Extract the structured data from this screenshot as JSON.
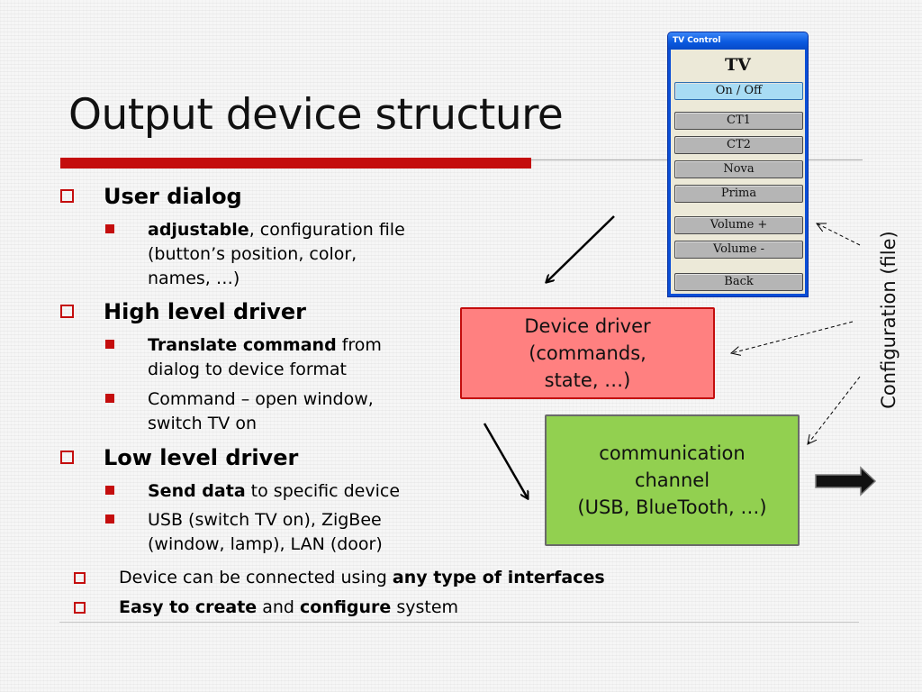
{
  "slide": {
    "title": "Output device structure"
  },
  "bullets": [
    {
      "label": "User dialog",
      "subs": [
        {
          "bold": "adjustable",
          "text": ", configuration file\n(button’s position, color,\nnames, …)"
        }
      ]
    },
    {
      "label": "High level driver",
      "subs": [
        {
          "bold": "Translate command",
          "text": " from\ndialog to device format"
        },
        {
          "bold": "",
          "text": "Command – open window,\nswitch TV on"
        }
      ]
    },
    {
      "label": "Low level driver",
      "subs": [
        {
          "bold": "Send data",
          "text": " to specific device"
        },
        {
          "bold": "",
          "text": "USB (switch TV on), ZigBee\n(window, lamp), LAN (door)"
        }
      ]
    }
  ],
  "bottom_bullets": [
    {
      "pre": "Device can be connected using ",
      "b1": "any type of interfaces",
      "mid": "",
      "b2": "",
      "post": ""
    },
    {
      "pre": "",
      "b1": "Easy to create",
      "mid": " and ",
      "b2": "configure",
      "post": " system"
    }
  ],
  "diagram": {
    "device_driver": "Device driver\n(commands,\nstate, …)",
    "communication": "communication\nchannel\n(USB, BlueTooth, …)",
    "config_label": "Configuration (file)"
  },
  "tv_window": {
    "title": "TV Control",
    "heading": "TV",
    "buttons": [
      "On / Off",
      "CT1",
      "CT2",
      "Nova",
      "Prima",
      "Volume +",
      "Volume -",
      "Back"
    ]
  },
  "colors": {
    "accent_red": "#c40d0d",
    "driver_fill": "#ff8080",
    "channel_fill": "#92d050",
    "window_blue": "#0a4ed6",
    "onoff_fill": "#a8dcf4"
  }
}
